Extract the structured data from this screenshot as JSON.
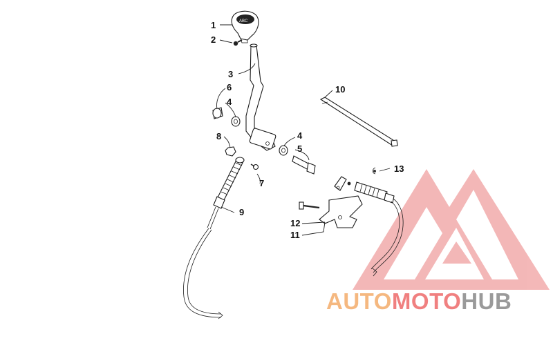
{
  "callouts": {
    "c1": "1",
    "c2": "2",
    "c3": "3",
    "c4a": "4",
    "c4b": "4",
    "c5": "5",
    "c6": "6",
    "c7": "7",
    "c8": "8",
    "c9": "9",
    "c10": "10",
    "c11": "11",
    "c12": "12",
    "c13": "13"
  },
  "watermark": {
    "part1": "AUTO",
    "part2": "MOTO",
    "part3": "HUB",
    "color_orange": "#f5b880",
    "color_red": "#f08080",
    "color_gray": "#9a9a9a"
  }
}
